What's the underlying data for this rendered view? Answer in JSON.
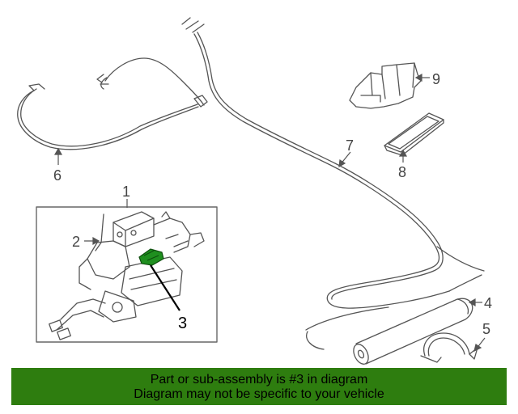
{
  "callouts": {
    "c1": "1",
    "c2": "2",
    "c3": "3",
    "c4": "4",
    "c5": "5",
    "c6": "6",
    "c7": "7",
    "c8": "8",
    "c9": "9"
  },
  "colors": {
    "highlight": "#1f8f1f",
    "banner_bg": "#2e7d0f"
  },
  "banner": {
    "line1": "Part or sub-assembly is #3 in diagram",
    "line2": "Diagram may not be specific to your vehicle"
  }
}
